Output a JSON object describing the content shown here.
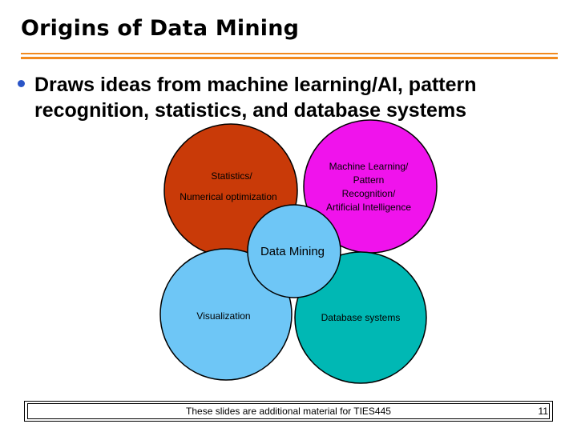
{
  "title": "Origins of Data Mining",
  "bullet": {
    "line1": "Draws ideas from machine learning/AI, pattern",
    "line2": "recognition, statistics, and database systems"
  },
  "diagram": {
    "statistics": {
      "line1": "Statistics/",
      "line2": "Numerical optimization"
    },
    "machine_learning": {
      "line1": "Machine Learning/",
      "line2": "Pattern",
      "line3": "Recognition/",
      "line4": "Artificial Intelligence"
    },
    "data_mining": "Data Mining",
    "visualization": "Visualization",
    "database": "Database systems"
  },
  "colors": {
    "accent": "#f28a1e",
    "bullet": "#2a55c7",
    "statistics": "#c93a08",
    "machine_learning": "#f013ec",
    "data_mining": "#6ec6f6",
    "visualization": "#6ec6f6",
    "database": "#00b8b4"
  },
  "footer": {
    "text": "These slides are additional material for TIES445",
    "page": "11"
  }
}
